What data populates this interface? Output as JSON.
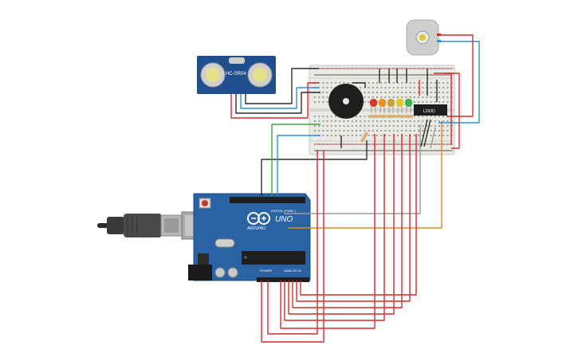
{
  "sensor": {
    "label": "HC-SR04"
  },
  "driver": {
    "label": "L293D"
  },
  "arduino": {
    "model": "UNO",
    "brand": "ARDUINO",
    "digital_label": "DIGITAL (PWM~)",
    "power_label": "POWER",
    "analog_label": "ANALOG IN"
  },
  "colors": {
    "wire_red": "#d42a2a",
    "wire_black": "#2b2b2b",
    "wire_blue": "#2f8fd1",
    "wire_green": "#3aa83a",
    "wire_orange": "#e08a1c",
    "wire_gray": "#9a9a9a",
    "arduino_board": "#2a62a6",
    "sensor_board": "#1f4f8f",
    "breadboard": "#e9e9e6",
    "led_red": "#d63a2a",
    "led_orange": "#e8901a",
    "led_yellow": "#e5c62a",
    "led_green": "#39b54a"
  },
  "icons": [
    "usb-cable-icon",
    "dc-motor-icon",
    "buzzer-icon",
    "ultrasonic-sensor-icon"
  ]
}
